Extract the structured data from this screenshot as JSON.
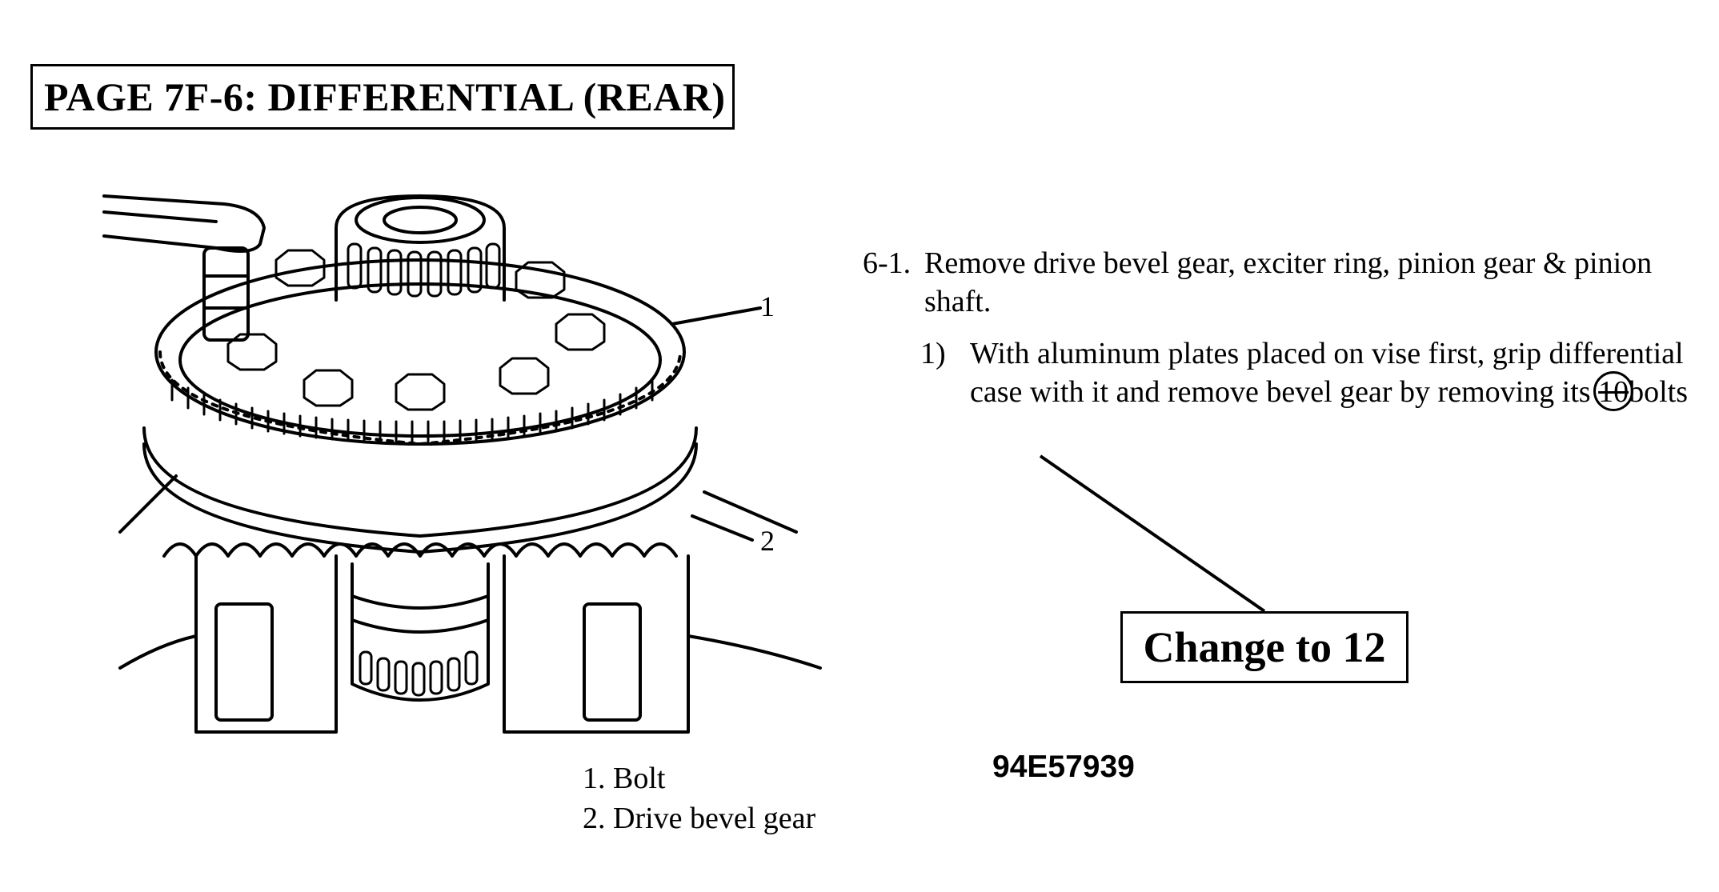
{
  "header": {
    "title": "PAGE 7F-6:  DIFFERENTIAL (REAR)"
  },
  "figure": {
    "callouts": [
      "1",
      "2"
    ],
    "legend": [
      "1.  Bolt",
      "2.  Drive bevel gear"
    ],
    "code": "94E57939"
  },
  "instructions": {
    "step_number": "6-1.",
    "step_text": "Remove drive bevel gear, exciter ring, pinion gear & pinion shaft.",
    "sub_number": "1)",
    "sub_text_before": "With aluminum plates placed on vise first, grip differential case with it and remove bevel gear by removing its ",
    "sub_struck_value": "10",
    "sub_text_after": "bolts"
  },
  "annotation": {
    "change_label": "Change to 12"
  }
}
